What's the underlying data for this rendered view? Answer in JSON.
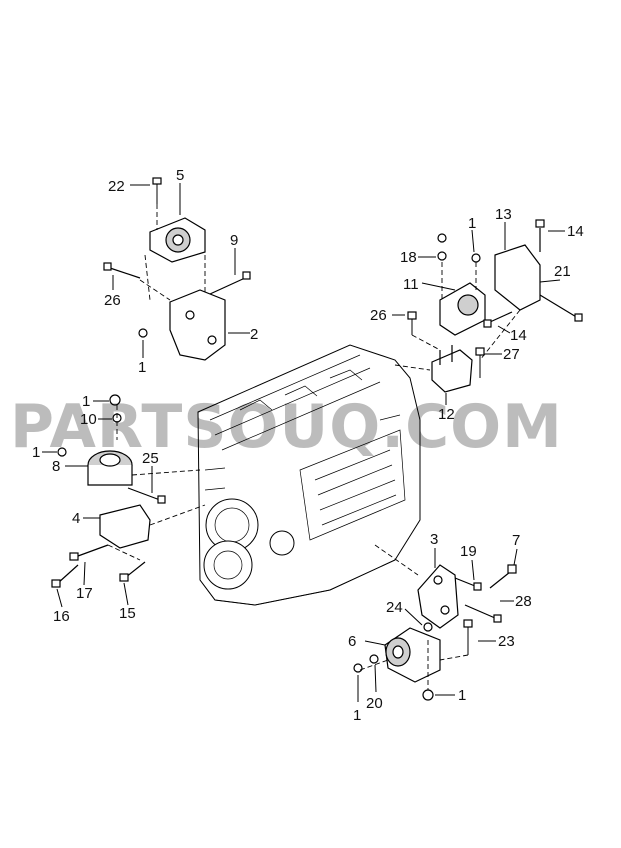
{
  "watermark": "PARTSOUQ.COM",
  "labels": {
    "l22": "22",
    "l5": "5",
    "l9": "9",
    "l26a": "26",
    "l2": "2",
    "l1a": "1",
    "l13": "13",
    "l14a": "14",
    "l1b": "1",
    "l18": "18",
    "l21": "21",
    "l11": "11",
    "l26b": "26",
    "l14b": "14",
    "l27": "27",
    "l12": "12",
    "l1c": "1",
    "l10": "10",
    "l1d": "1",
    "l8": "8",
    "l25": "25",
    "l4": "4",
    "l17": "17",
    "l16": "16",
    "l15": "15",
    "l3": "3",
    "l19": "19",
    "l7": "7",
    "l28": "28",
    "l24": "24",
    "l6": "6",
    "l23": "23",
    "l1e": "1",
    "l1f": "1",
    "l20": "20"
  }
}
